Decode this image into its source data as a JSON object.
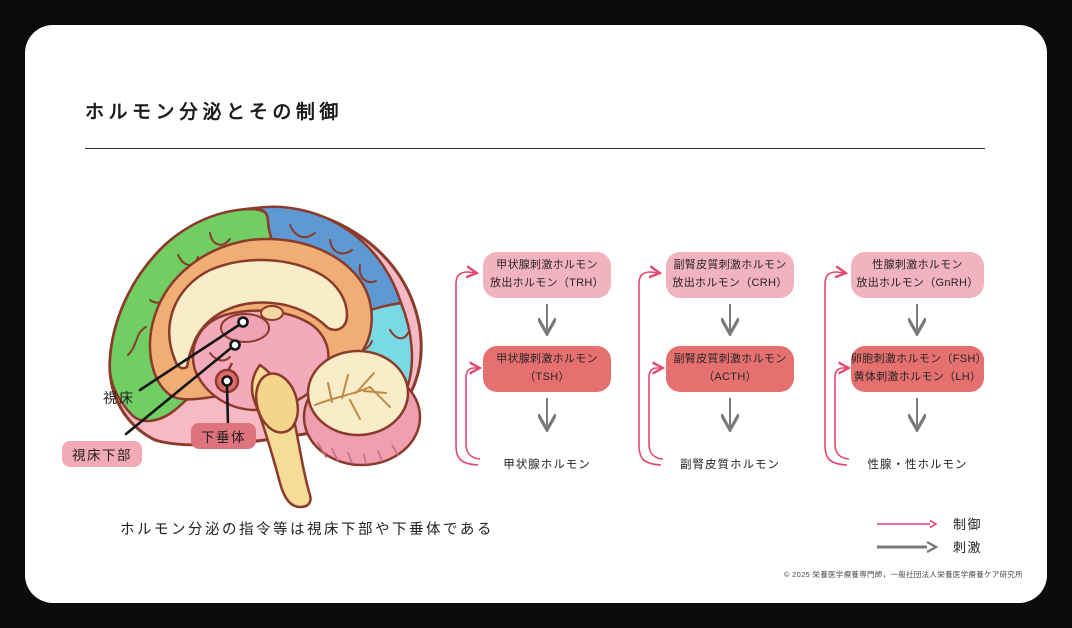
{
  "slide": {
    "title": "ホルモン分泌とその制御",
    "caption": "ホルモン分泌の指令等は視床下部や下垂体である",
    "copyright": "© 2025 栄養医学療養専門師，一般社団法人栄養医学療養ケア研究所"
  },
  "brain_labels": {
    "thalamus": "視床",
    "hypothalamus": "視床下部",
    "pituitary": "下垂体"
  },
  "flowchart": {
    "columns": [
      {
        "releasing_line1": "甲状腺刺激ホルモン",
        "releasing_line2": "放出ホルモン（TRH）",
        "pituitary_line1": "甲状腺刺激ホルモン",
        "pituitary_line2": "（TSH）",
        "end_hormone": "甲状腺ホルモン"
      },
      {
        "releasing_line1": "副腎皮質刺激ホルモン",
        "releasing_line2": "放出ホルモン（CRH）",
        "pituitary_line1": "副腎皮質刺激ホルモン",
        "pituitary_line2": "（ACTH）",
        "end_hormone": "副腎皮質ホルモン"
      },
      {
        "releasing_line1": "性腺刺激ホルモン",
        "releasing_line2": "放出ホルモン（GnRH）",
        "pituitary_line1": "卵胞刺激ホルモン（FSH）",
        "pituitary_line2": "黄体刺激ホルモン（LH）",
        "end_hormone": "性腺・性ホルモン"
      }
    ]
  },
  "legend": {
    "control": "制御",
    "stimulus": "刺激"
  },
  "colors": {
    "box_releasing": "#f0b3bf",
    "box_pituitary": "#e57070",
    "label_hypothalamus_bg": "#f2aab6",
    "label_pituitary_bg": "#dd737c",
    "arrow_control": "#e5476f",
    "arrow_stimulus": "#7a7a7a",
    "outline_brown": "#8a3b2b"
  }
}
